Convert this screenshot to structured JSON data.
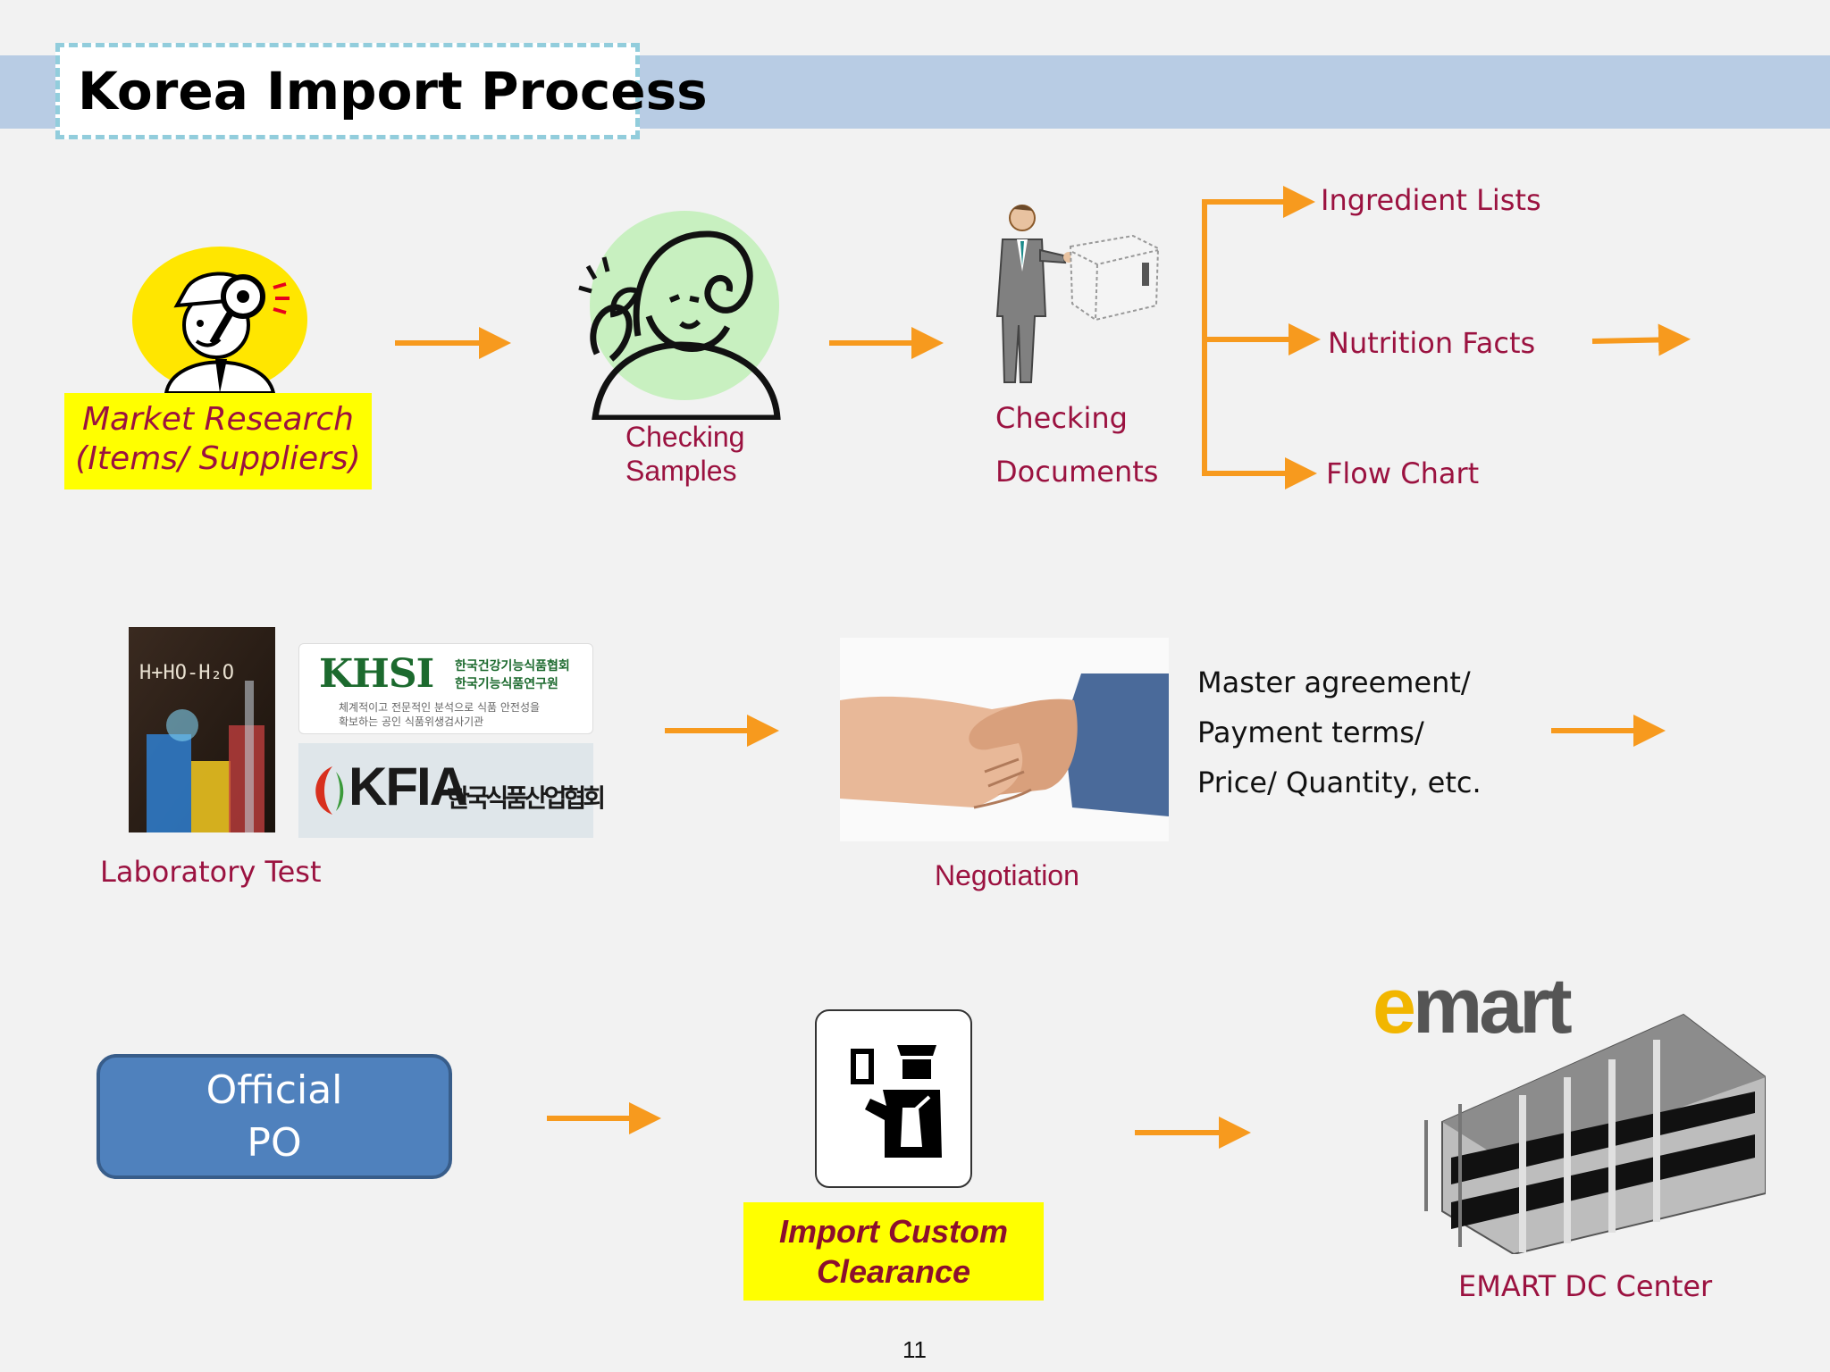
{
  "title": "Korea Import Process",
  "row1": {
    "market_research": [
      "Market Research",
      "(Items/ Suppliers)"
    ],
    "checking_samples": [
      "Checking",
      "Samples"
    ],
    "checking_documents": [
      "Checking",
      "Documents"
    ],
    "documents": [
      "Ingredient Lists",
      "Nutrition Facts",
      "Flow Chart"
    ]
  },
  "row2": {
    "lab_test": "Laboratory Test",
    "khsi_logo": "KHSI",
    "khsi_korean_1": "한국건강기능식품협회",
    "khsi_korean_2": "한국기능식품연구원",
    "khsi_tagline_1": "체계적이고 전문적인 분석으로 식품 안전성을",
    "khsi_tagline_2": "확보하는 공인 식품위생검사기관",
    "kfia_logo": "KFIA",
    "kfia_korean": "한국식품산업협회",
    "chalk_text": "H+HO-H₂O",
    "negotiation": "Negotiation",
    "terms": [
      "Master agreement/",
      "Payment terms/",
      "Price/ Quantity, etc."
    ]
  },
  "row3": {
    "po": [
      "Official",
      "PO"
    ],
    "customs": [
      "Import Custom",
      "Clearance"
    ],
    "emart_logo": "emart",
    "emart_dc": "EMART  DC Center"
  },
  "page_number": "11",
  "colors": {
    "arrow": "#f79a1e",
    "title_band": "#b8cce4",
    "label_red": "#9b1240",
    "highlight": "#ffff00",
    "po_fill": "#4f81bd"
  }
}
